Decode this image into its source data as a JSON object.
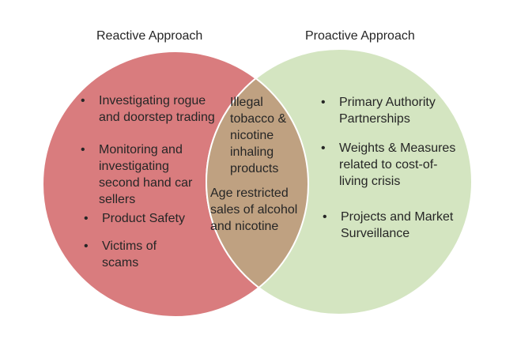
{
  "colors": {
    "background": "#ffffff",
    "reactive_fill": "#d97c7e",
    "proactive_fill": "#d4e5c1",
    "overlap_fill": "#bfa181",
    "circle_outline": "#ffffff",
    "text": "#262626"
  },
  "bullet": "•",
  "venn": {
    "left": {
      "title": "Reactive Approach",
      "items": [
        "Investigating rogue\nand doorstep trading",
        "Monitoring and\ninvestigating\nsecond hand car\nsellers",
        "Product Safety",
        "Victims of\nscams"
      ]
    },
    "center": {
      "items": [
        "Illegal\ntobacco &\nnicotine\ninhaling\nproducts",
        "Age restricted\nsales of alcohol\nand nicotine"
      ]
    },
    "right": {
      "title": "Proactive Approach",
      "items": [
        "Primary Authority\nPartnerships",
        "Weights & Measures\nrelated to cost-of-\nliving crisis",
        "Projects and Market\nSurveillance"
      ]
    }
  }
}
